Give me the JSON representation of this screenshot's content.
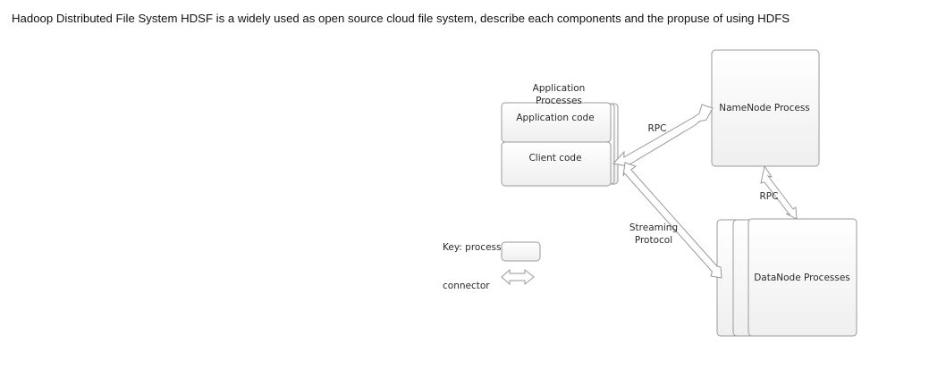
{
  "question": "Hadoop Distributed File System HDSF is a widely used as open source cloud file system, describe each components and the propuse of using HDFS",
  "diagram": {
    "app_group_label_1": "Application",
    "app_group_label_2": "Processes",
    "application_code": "Application code",
    "client_code": "Client code",
    "rpc_top": "RPC",
    "namenode": "NameNode Process",
    "rpc_right": "RPC",
    "streaming_1": "Streaming",
    "streaming_2": "Protocol",
    "datanode": "DataNode Processes",
    "key_process": "Key: process",
    "key_connector": "connector"
  }
}
